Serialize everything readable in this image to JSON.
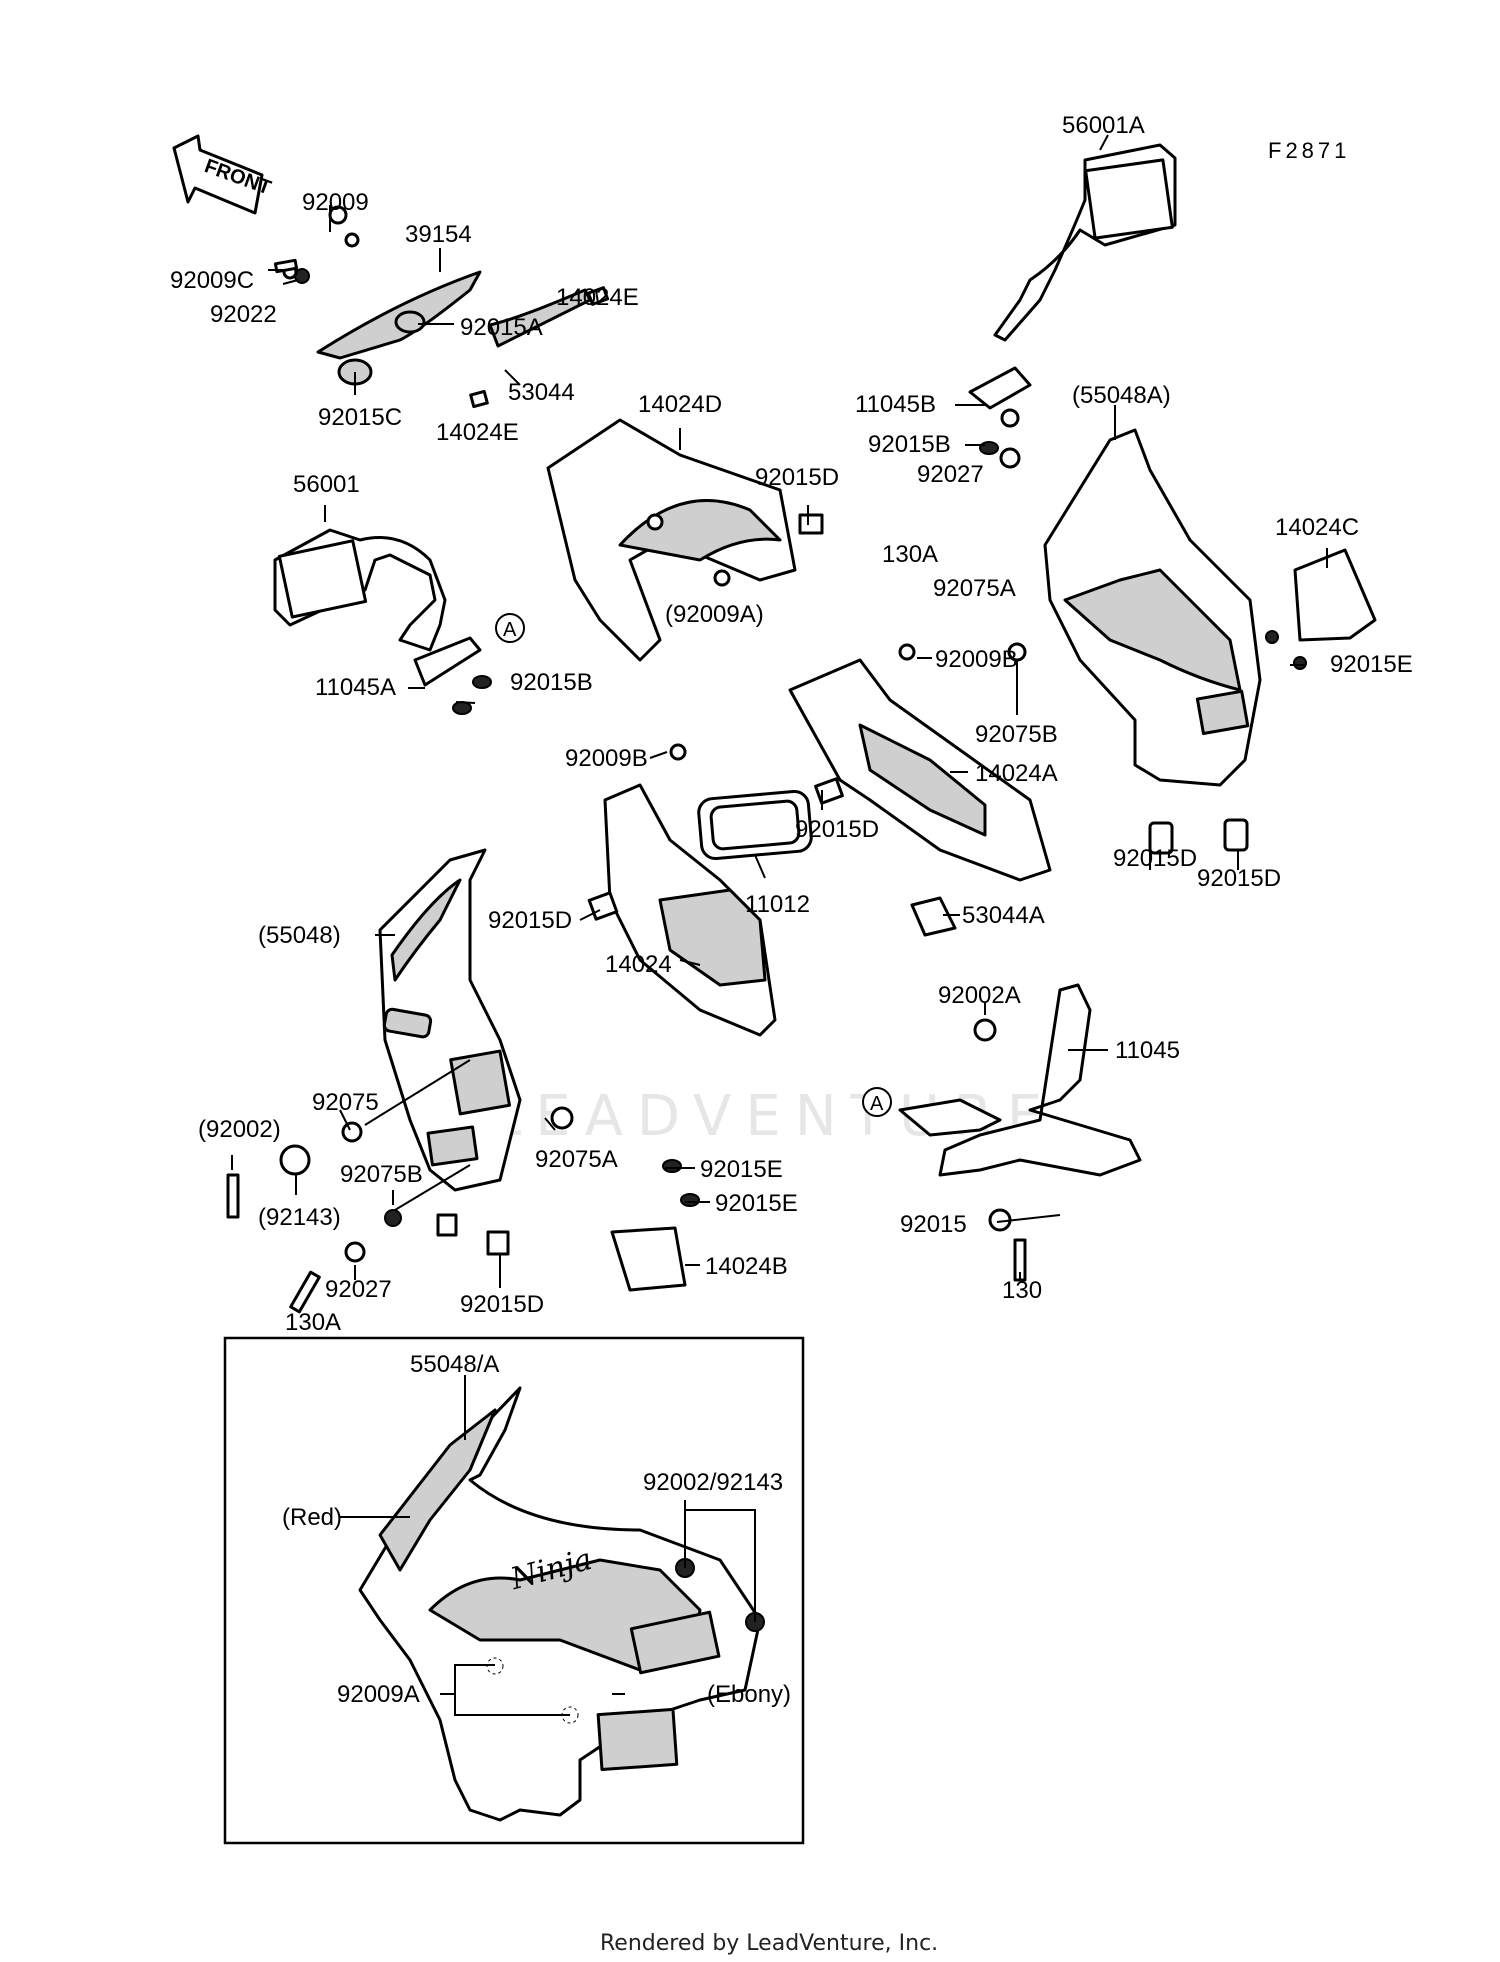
{
  "diagram": {
    "reference": "F2871",
    "front_label": "FRONT",
    "footer": "Rendered by LeadVenture, Inc.",
    "watermark": "LEADVENTURE",
    "circle_marker": "A",
    "labels": {
      "p56001A": "56001A",
      "p39154": "39154",
      "p92009": "92009",
      "p92009C": "92009C",
      "p92022": "92022",
      "p92015A": "92015A",
      "p14024E_a": "14024E",
      "p53044": "53044",
      "p14024E_b": "14024E",
      "p92015C": "92015C",
      "p14024D": "14024D",
      "p92015D_a": "92015D",
      "p56001": "56001",
      "p92009A_paren": "(92009A)",
      "p11045A": "11045A",
      "p92015B_a": "92015B",
      "p11045B": "11045B",
      "p92015B_b": "92015B",
      "p92027_a": "92027",
      "p130A_a": "130A",
      "p92075A_a": "92075A",
      "p55048A_paren": "(55048A)",
      "p14024C": "14024C",
      "p92015E_a": "92015E",
      "p92009B_a": "92009B",
      "p92075B_a": "92075B",
      "p14024A": "14024A",
      "p92009B_b": "92009B",
      "p92015D_b": "92015D",
      "p11012": "11012",
      "p92015D_c": "92015D",
      "p92015D_d": "92015D",
      "p92015D_e": "92015D",
      "p53044A": "53044A",
      "p55048_paren": "(55048)",
      "p14024": "14024",
      "p92002A": "92002A",
      "p11045": "11045",
      "p92075": "92075",
      "p92002_paren": "(92002)",
      "p92075A_b": "92075A",
      "p92075B_b": "92075B",
      "p92143_paren": "(92143)",
      "p92015E_b": "92015E",
      "p92015E_c": "92015E",
      "p92015": "92015",
      "p92027_b": "92027",
      "p14024B": "14024B",
      "p130A_b": "130A",
      "p92015D_f": "92015D",
      "p130": "130",
      "p55048_A": "55048/A",
      "p92002_92143": "92002/92143",
      "p_red": "(Red)",
      "p92009A": "92009A",
      "p_ebony": "(Ebony)",
      "ninja": "Ninja"
    }
  }
}
